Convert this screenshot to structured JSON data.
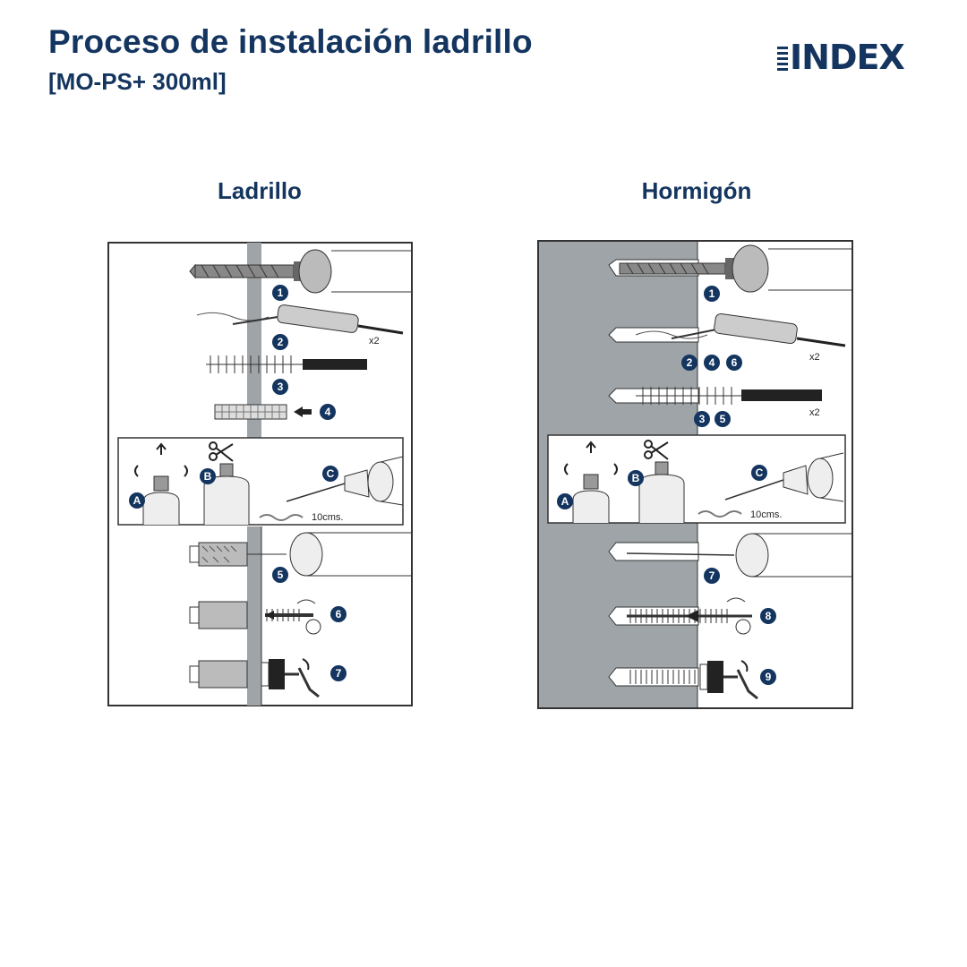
{
  "header": {
    "title": "Proceso de instalación ladrillo",
    "subtitle": "[MO-PS+ 300ml]",
    "logo_text": "INDEX"
  },
  "panels": {
    "left": {
      "label": "Ladrillo",
      "steps": [
        "1",
        "2",
        "3",
        "4",
        "5",
        "6",
        "7"
      ],
      "multiplier_2": "x2",
      "prep_letters": [
        "A",
        "B",
        "C"
      ],
      "measure": "10cms."
    },
    "right": {
      "label": "Hormigón",
      "steps": [
        "1",
        "2",
        "4",
        "6",
        "3",
        "5",
        "7",
        "8",
        "9"
      ],
      "multiplier_2": "x2",
      "multiplier_3": "x2",
      "prep_letters": [
        "A",
        "B",
        "C"
      ],
      "measure": "10cms."
    }
  },
  "colors": {
    "brand": "#14355f",
    "concrete": "#9ea4a7",
    "line": "#333333"
  }
}
